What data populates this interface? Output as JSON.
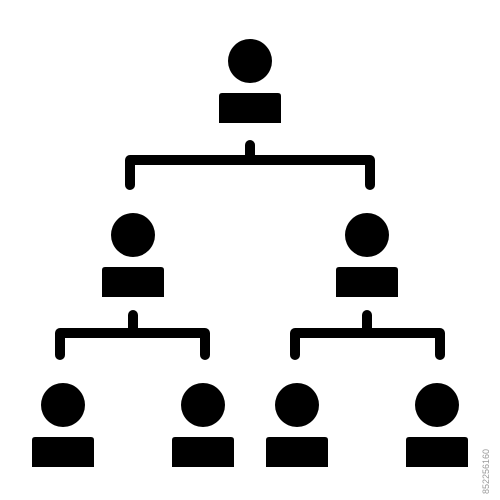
{
  "diagram": {
    "type": "org-chart",
    "levels": [
      {
        "level": 1,
        "people": 1
      },
      {
        "level": 2,
        "people": 2
      },
      {
        "level": 3,
        "people": 4
      }
    ],
    "stroke_color": "#000000",
    "background_color": "#ffffff",
    "icon": "person-icon",
    "connector": "bracket-connector"
  },
  "image_id": "852256160"
}
